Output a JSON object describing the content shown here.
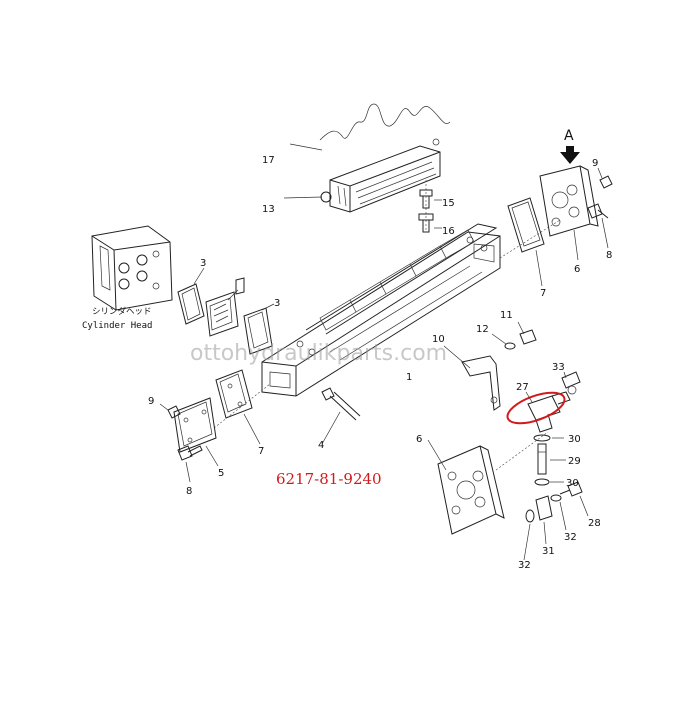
{
  "part_number": "6217-81-9240",
  "watermark": "ottohydraulikparts.com",
  "cylinder_head_label_jp": "シリンダヘッド",
  "cylinder_head_label_en": "Cylinder Head",
  "view_marker": "A",
  "callouts": {
    "c1": "1",
    "c3a": "3",
    "c3b": "3",
    "c4": "4",
    "c5": "5",
    "c6a": "6",
    "c6b": "6",
    "c7a": "7",
    "c7b": "7",
    "c8a": "8",
    "c8b": "8",
    "c9a": "9",
    "c9b": "9",
    "c10": "10",
    "c11": "11",
    "c12": "12",
    "c13": "13",
    "c15": "15",
    "c16": "16",
    "c17": "17",
    "c27": "27",
    "c28": "28",
    "c29": "29",
    "c30": "30",
    "c31": "31",
    "c32a": "32",
    "c32b": "32",
    "c33": "33"
  },
  "colors": {
    "highlight": "#d21a1a",
    "line": "#222222"
  }
}
